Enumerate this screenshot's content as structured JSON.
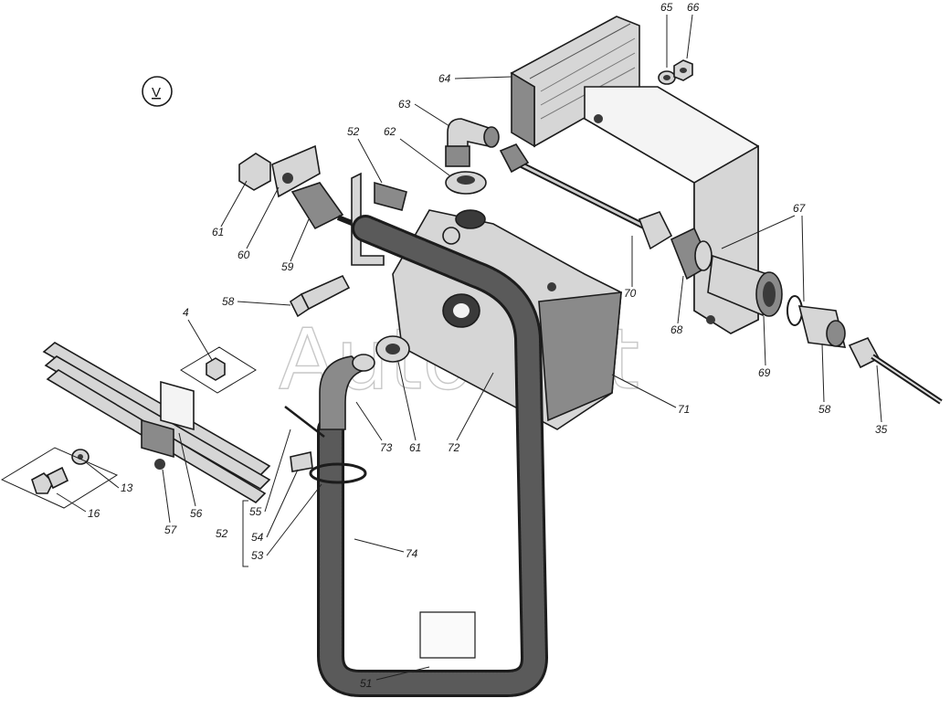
{
  "view_marker": "V",
  "watermark": "AutoSoft",
  "labels": {
    "p64": "64",
    "p65": "65",
    "p66": "66",
    "p63": "63",
    "p52a": "52",
    "p62": "62",
    "p61a": "61",
    "p60": "60",
    "p59": "59",
    "p58a": "58",
    "p70": "70",
    "p67": "67",
    "p68": "68",
    "p69": "69",
    "p58b": "58",
    "p35": "35",
    "p71": "71",
    "p72": "72",
    "p61b": "61",
    "p73": "73",
    "p4": "4",
    "p13": "13",
    "p16": "16",
    "p56": "56",
    "p57": "57",
    "p55": "55",
    "p54": "54",
    "p53": "53",
    "p52b": "52",
    "p74": "74",
    "p51": "51"
  },
  "colors": {
    "ink": "#1c1c1c",
    "background": "#ffffff",
    "shade": "#3a3a3a",
    "watermark": "#c8c8c8"
  }
}
